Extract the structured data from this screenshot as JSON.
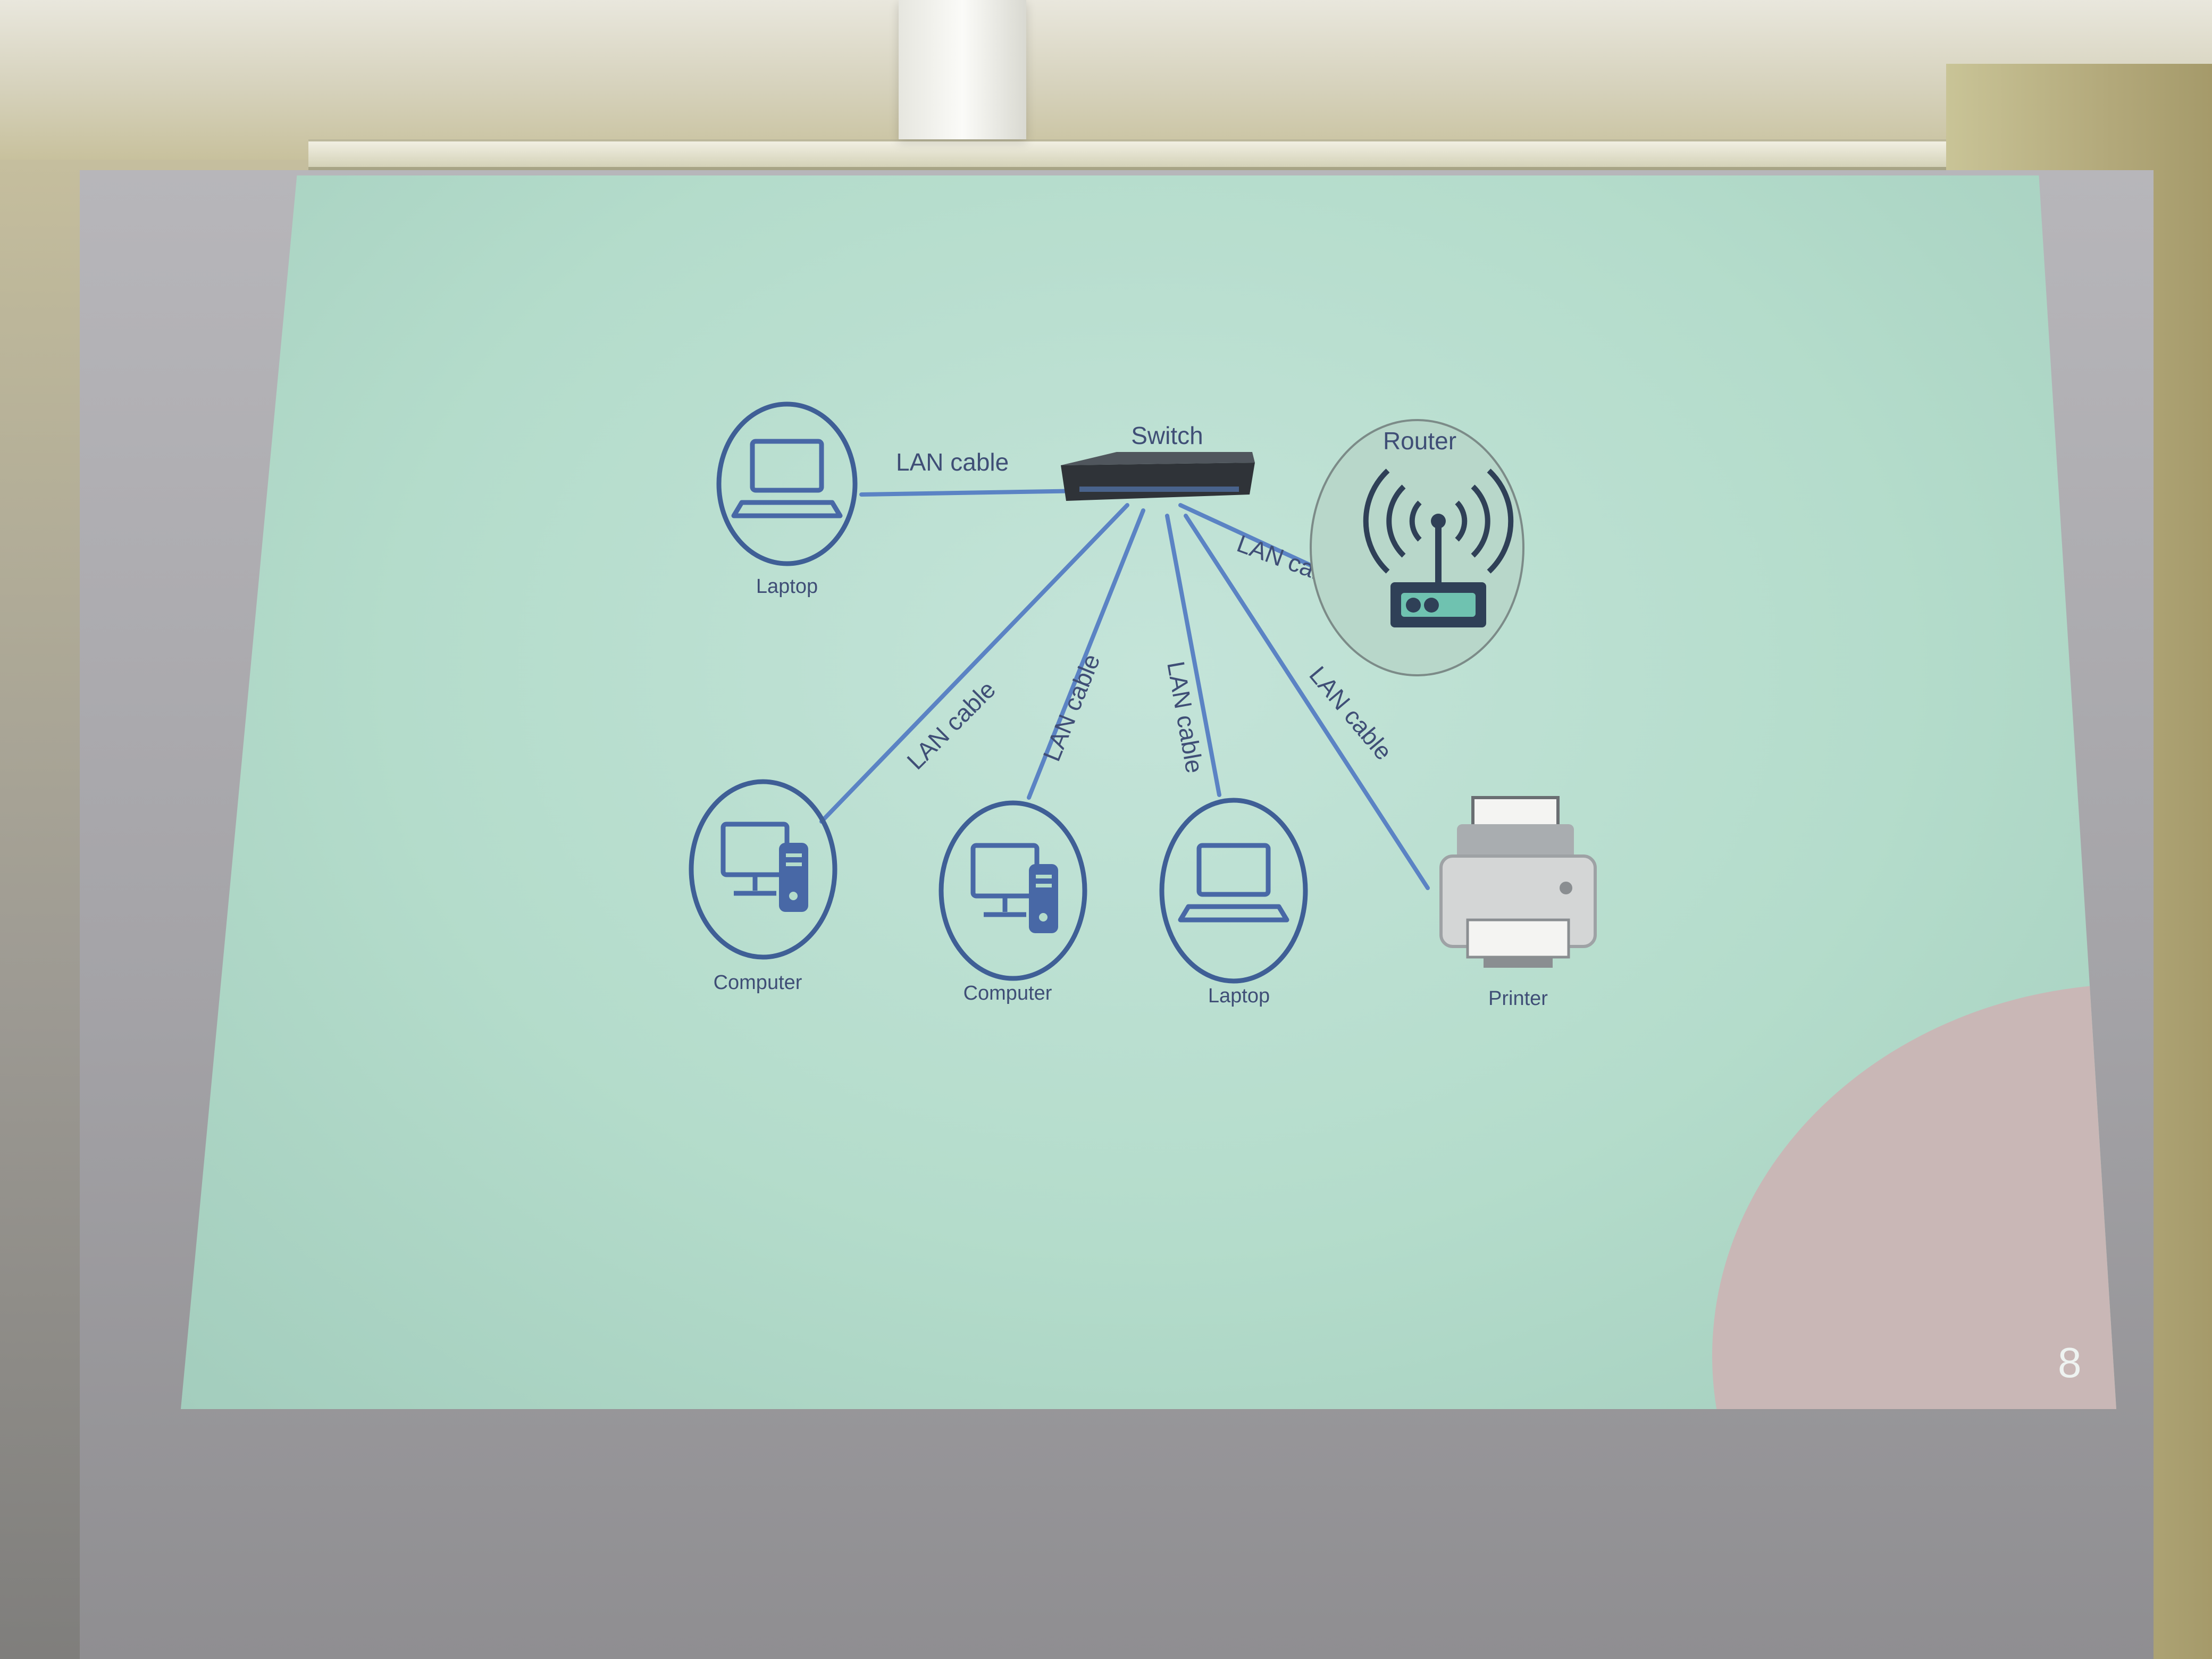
{
  "diagram": {
    "nodes": {
      "switch": {
        "label": "Switch"
      },
      "router": {
        "label": "Router"
      },
      "laptop_top": {
        "label": "Laptop"
      },
      "computer_1": {
        "label": "Computer"
      },
      "computer_2": {
        "label": "Computer"
      },
      "laptop_bottom": {
        "label": "Laptop"
      },
      "printer": {
        "label": "Printer"
      }
    },
    "edges": [
      {
        "from": "laptop_top",
        "to": "switch",
        "label": "LAN cable"
      },
      {
        "from": "switch",
        "to": "router",
        "label": "LAN cable"
      },
      {
        "from": "switch",
        "to": "computer_1",
        "label": "LAN cable"
      },
      {
        "from": "switch",
        "to": "computer_2",
        "label": "LAN cable"
      },
      {
        "from": "switch",
        "to": "laptop_bottom",
        "label": "LAN cable"
      },
      {
        "from": "switch",
        "to": "printer",
        "label": "LAN cable"
      }
    ]
  },
  "slide": {
    "page_number": "8"
  },
  "colors": {
    "slide_bg": "#b4dccb",
    "accent_line": "#5b83c4",
    "icon": "#4868a6",
    "text": "#3f4e76"
  }
}
